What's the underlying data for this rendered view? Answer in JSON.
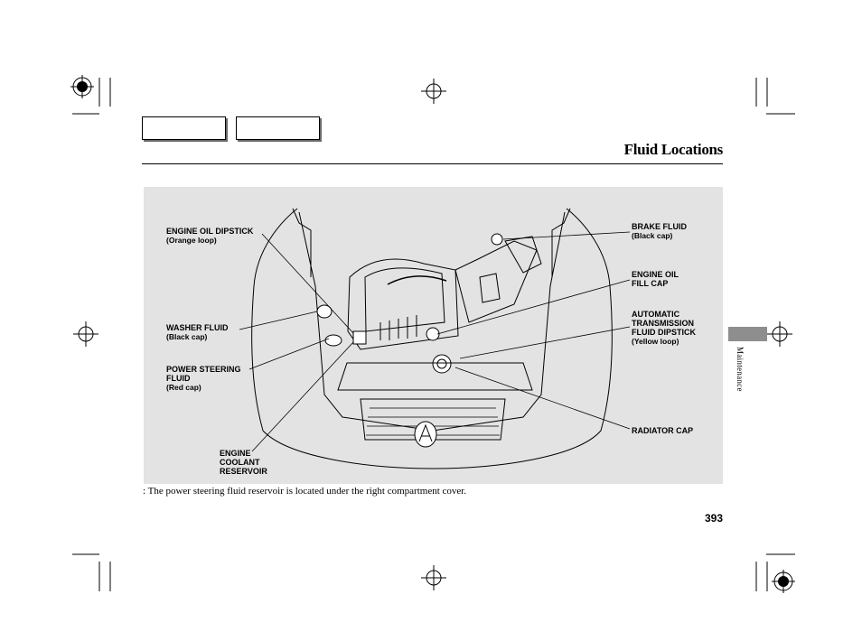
{
  "header": {
    "title": "Fluid Locations"
  },
  "nav": {
    "buttons": [
      "",
      ""
    ]
  },
  "diagram": {
    "labels": {
      "engine_oil_dipstick": {
        "main": "ENGINE OIL DIPSTICK",
        "sub": "(Orange loop)"
      },
      "washer_fluid": {
        "main": "WASHER FLUID",
        "sub": "(Black cap)"
      },
      "power_steering": {
        "line1": "POWER STEERING",
        "line2": "FLUID",
        "sub": "(Red cap)"
      },
      "engine_coolant": {
        "line1": "ENGINE",
        "line2": "COOLANT",
        "line3": "RESERVOIR"
      },
      "brake_fluid": {
        "main": "BRAKE FLUID",
        "sub": "(Black cap)"
      },
      "engine_oil_fill": {
        "line1": "ENGINE OIL",
        "line2": "FILL CAP"
      },
      "atf_dipstick": {
        "line1": "AUTOMATIC",
        "line2": "TRANSMISSION",
        "line3": "FLUID DIPSTICK",
        "sub": "(Yellow loop)"
      },
      "radiator_cap": {
        "main": "RADIATOR CAP"
      }
    }
  },
  "footnote": ": The power steering fluid reservoir is located under the right compartment cover.",
  "page_number": "393",
  "side_tab": {
    "label": "Maintenance"
  }
}
